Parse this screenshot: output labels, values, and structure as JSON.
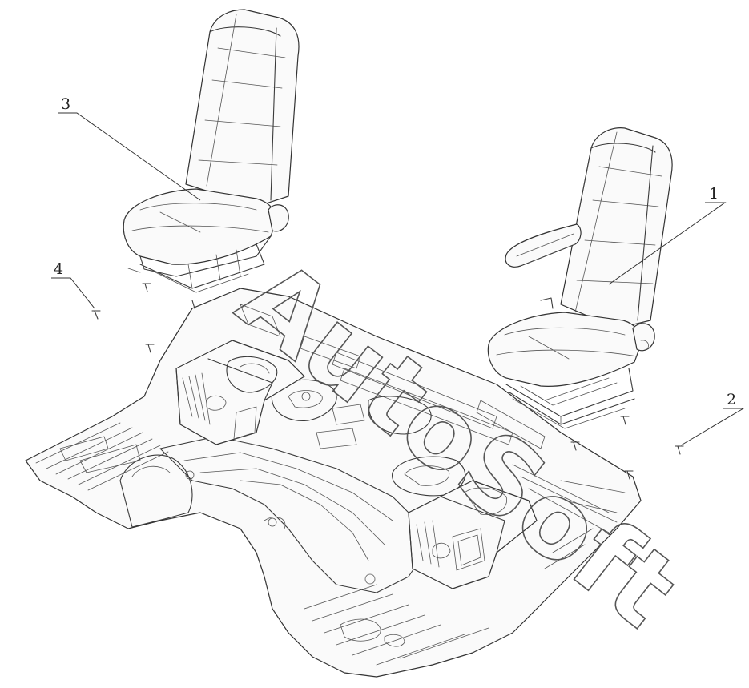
{
  "callouts": [
    {
      "id": "1",
      "text": "1"
    },
    {
      "id": "2",
      "text": "2"
    },
    {
      "id": "3",
      "text": "3"
    },
    {
      "id": "4",
      "text": "4"
    }
  ],
  "watermark": "AutoSoft",
  "colors": {
    "line": "#333333",
    "background": "#ffffff"
  }
}
